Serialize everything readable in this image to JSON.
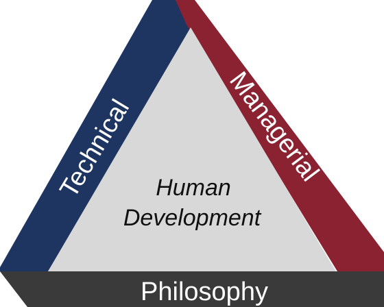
{
  "diagram": {
    "sides": {
      "left": {
        "label": "Technical",
        "color": "#1d3560"
      },
      "right": {
        "label": "Managerial",
        "color": "#8a2232"
      },
      "bottom": {
        "label": "Philosophy",
        "color": "#3a3a3a"
      }
    },
    "center": {
      "line1": "Human",
      "line2": "Development",
      "color": "#d8d8d8"
    }
  }
}
